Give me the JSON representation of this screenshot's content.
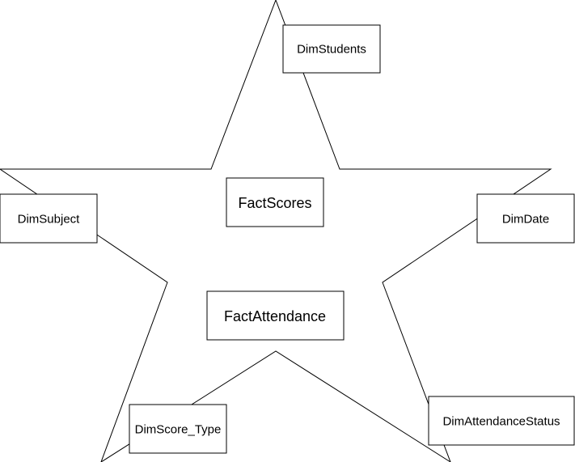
{
  "entities": {
    "dim_students": "DimStudents",
    "fact_scores": "FactScores",
    "dim_subject": "DimSubject",
    "dim_date": "DimDate",
    "fact_attendance": "FactAttendance",
    "dim_score_type": "DimScore_Type",
    "dim_attendance_status": "DimAttendanceStatus"
  }
}
